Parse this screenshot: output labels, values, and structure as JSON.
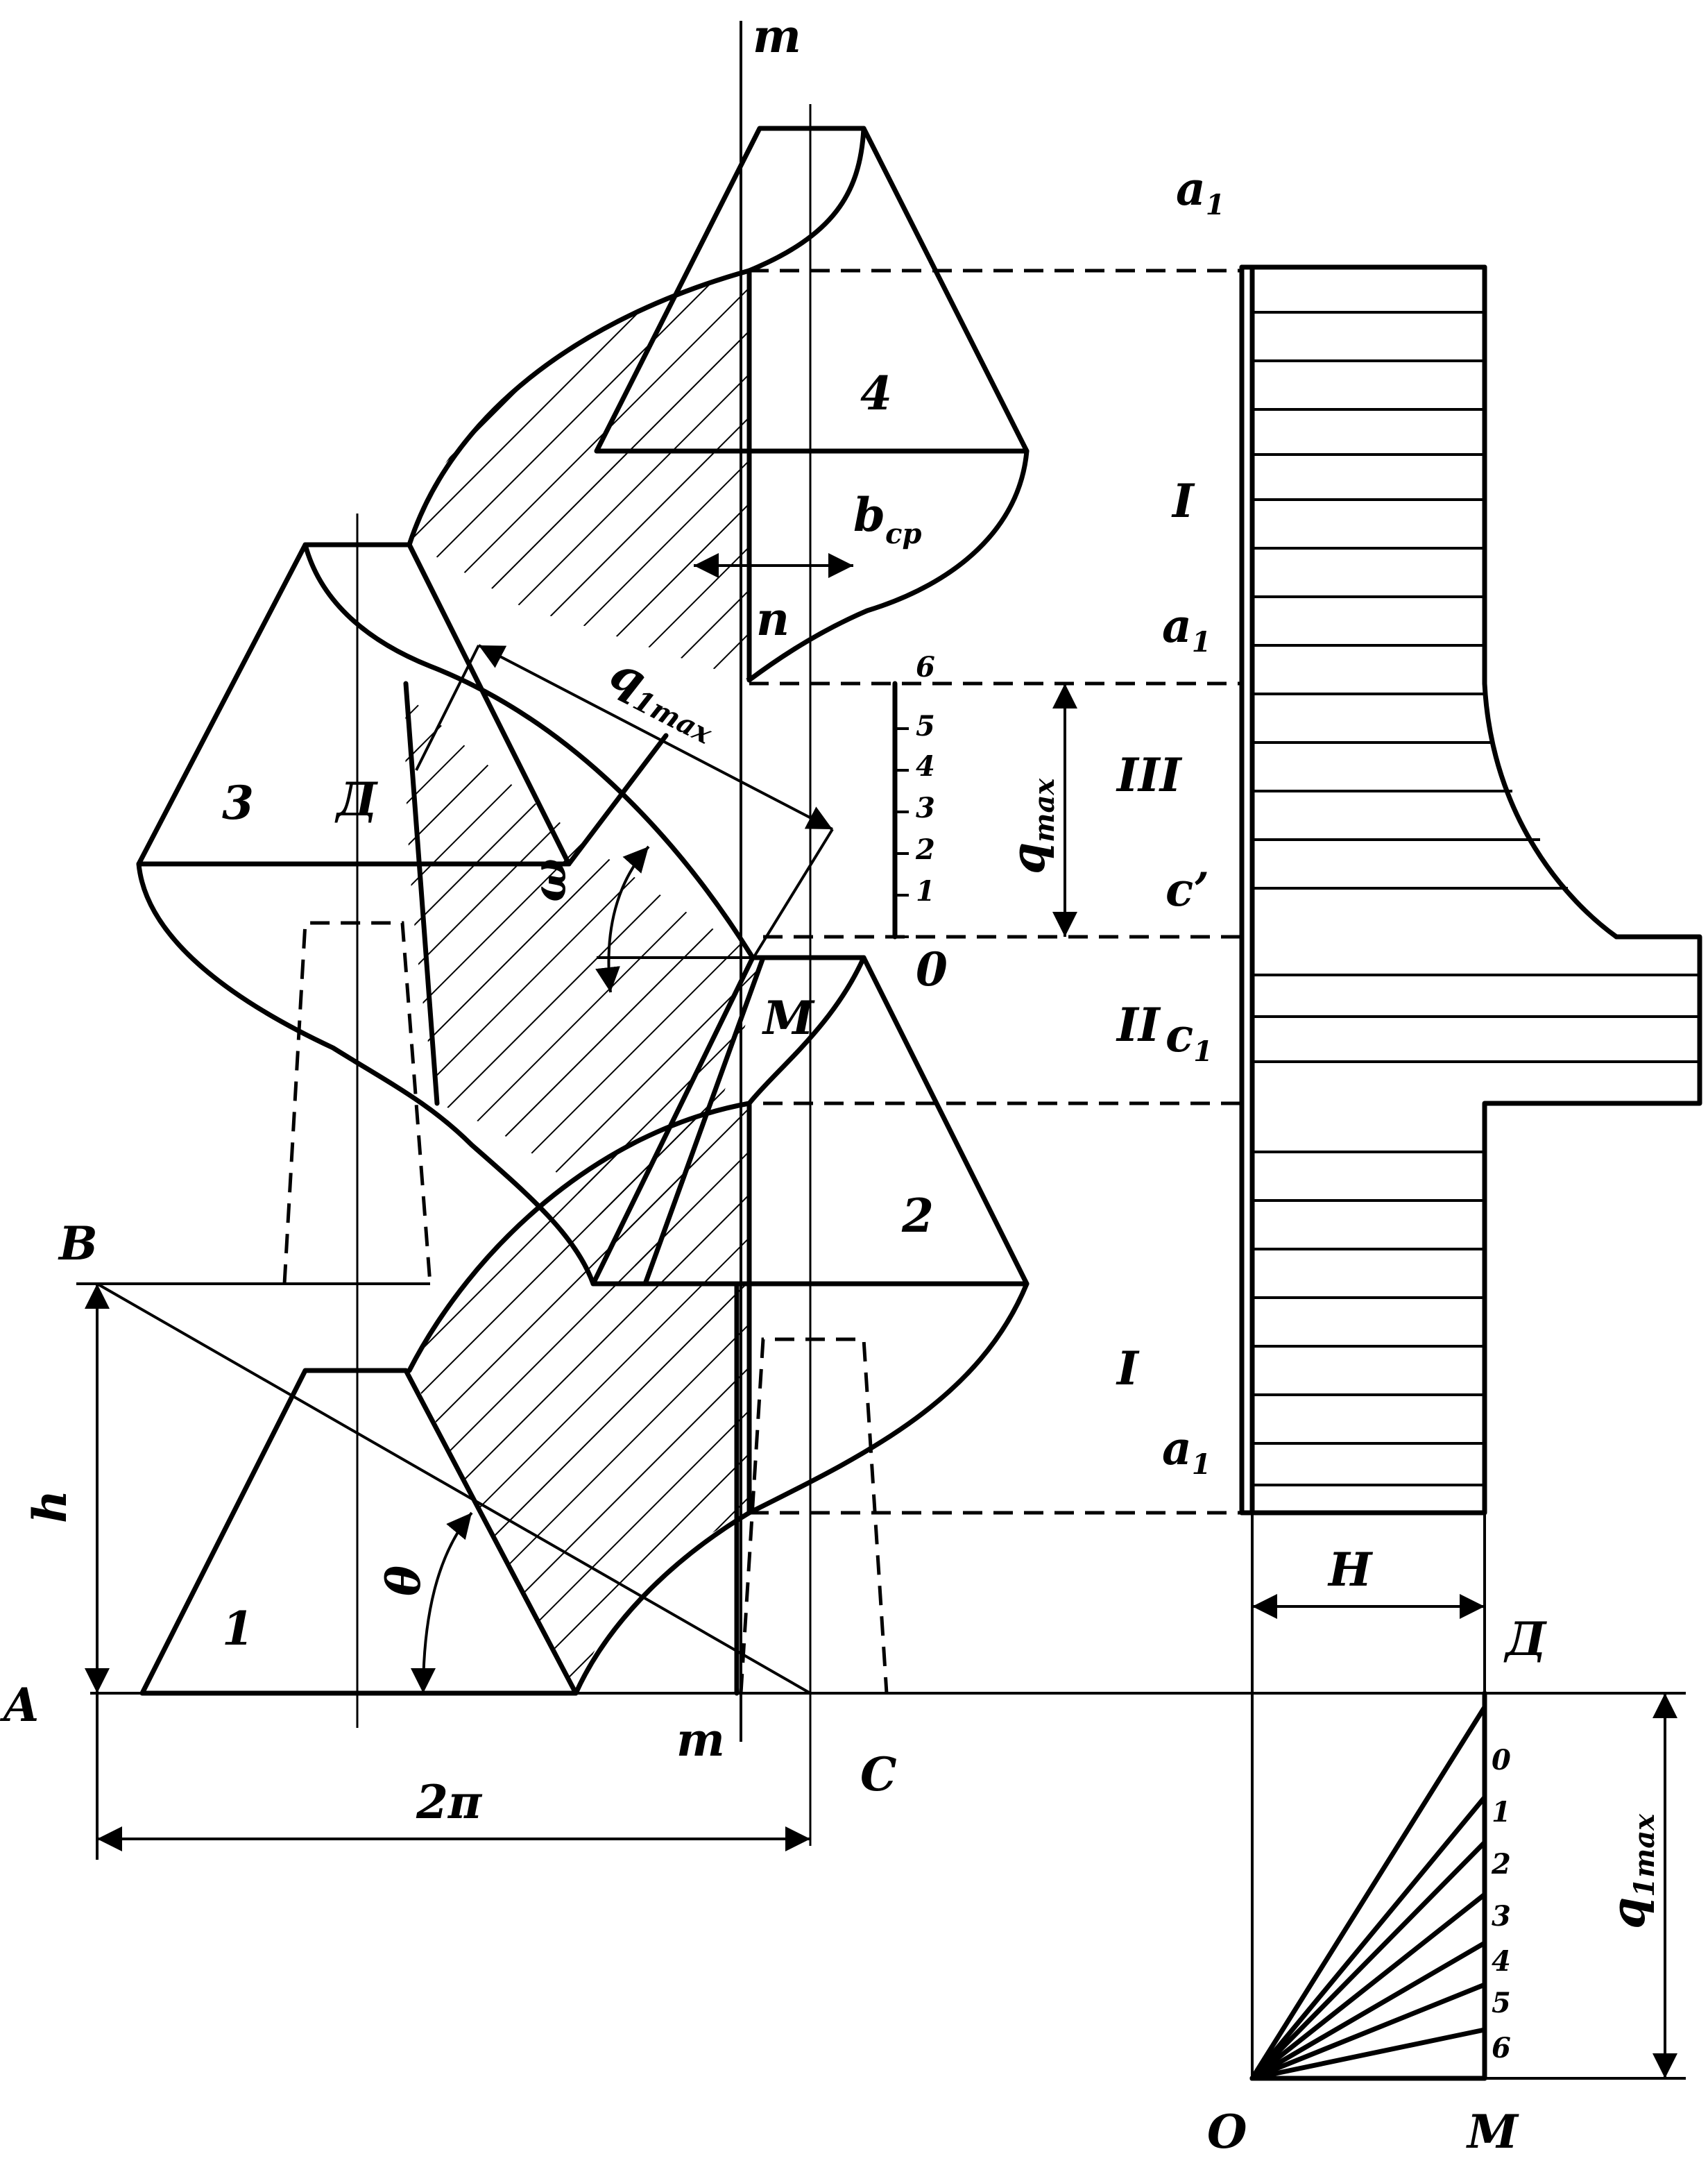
{
  "labels": {
    "m_top": "m",
    "m_bottom": "m",
    "a1_top": "a",
    "a1_mid": "a",
    "a1_low": "a",
    "a1_sub": "1",
    "region_I_top": "I",
    "region_I_low": "I",
    "region_III": "III",
    "region_II": "II",
    "c_prime": "c’",
    "c1_fragment": "c",
    "c1_sub": "1",
    "b_cp_main": "b",
    "b_cp_sub": "cp",
    "n": "n",
    "q1max_main": "q",
    "q1max_sub": "1max",
    "qmax_main": "q",
    "qmax_sub": "max",
    "omega": "ω",
    "D_left": "Д",
    "D_right": "Д",
    "M_mid": "M",
    "M_bottom": "M",
    "O": "O",
    "A": "A",
    "B": "B",
    "C": "C",
    "h": "h",
    "theta": "θ",
    "two_pi": "2π",
    "H": "H",
    "zero_mid": "0",
    "body1": "1",
    "body2": "2",
    "body3": "3",
    "body4": "4"
  },
  "scale_ticks": [
    "6",
    "5",
    "4",
    "3",
    "2",
    "1"
  ],
  "ray_labels": [
    "0",
    "1",
    "2",
    "3",
    "4",
    "5",
    "6"
  ]
}
